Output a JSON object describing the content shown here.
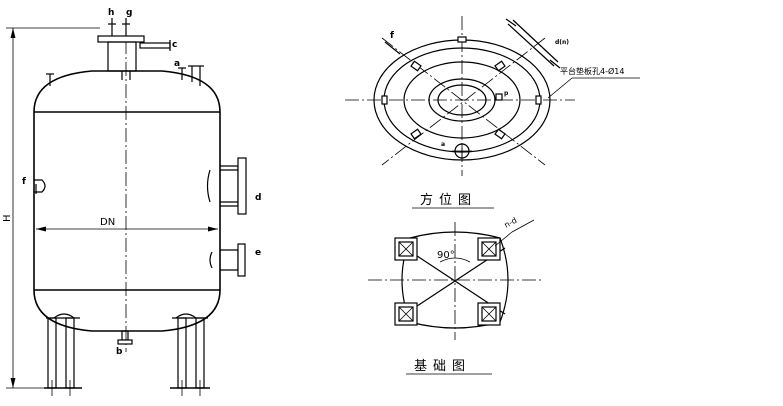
{
  "vessel": {
    "dimension_height": "H",
    "dimension_diameter": "DN",
    "nozzle_labels": {
      "a": "a",
      "b": "b",
      "c": "c",
      "d": "d",
      "e": "e",
      "f": "f",
      "g": "g",
      "h": "h"
    }
  },
  "orientation_view": {
    "title": "方位图",
    "nozzle_labels": {
      "a": "a",
      "f": "f",
      "p": "p",
      "dn": "d(n)"
    },
    "bolt_note": "平台垫板孔4-Ø14"
  },
  "foundation_view": {
    "title": "基础图",
    "angle": "90°",
    "bolt_label": "n-d"
  }
}
